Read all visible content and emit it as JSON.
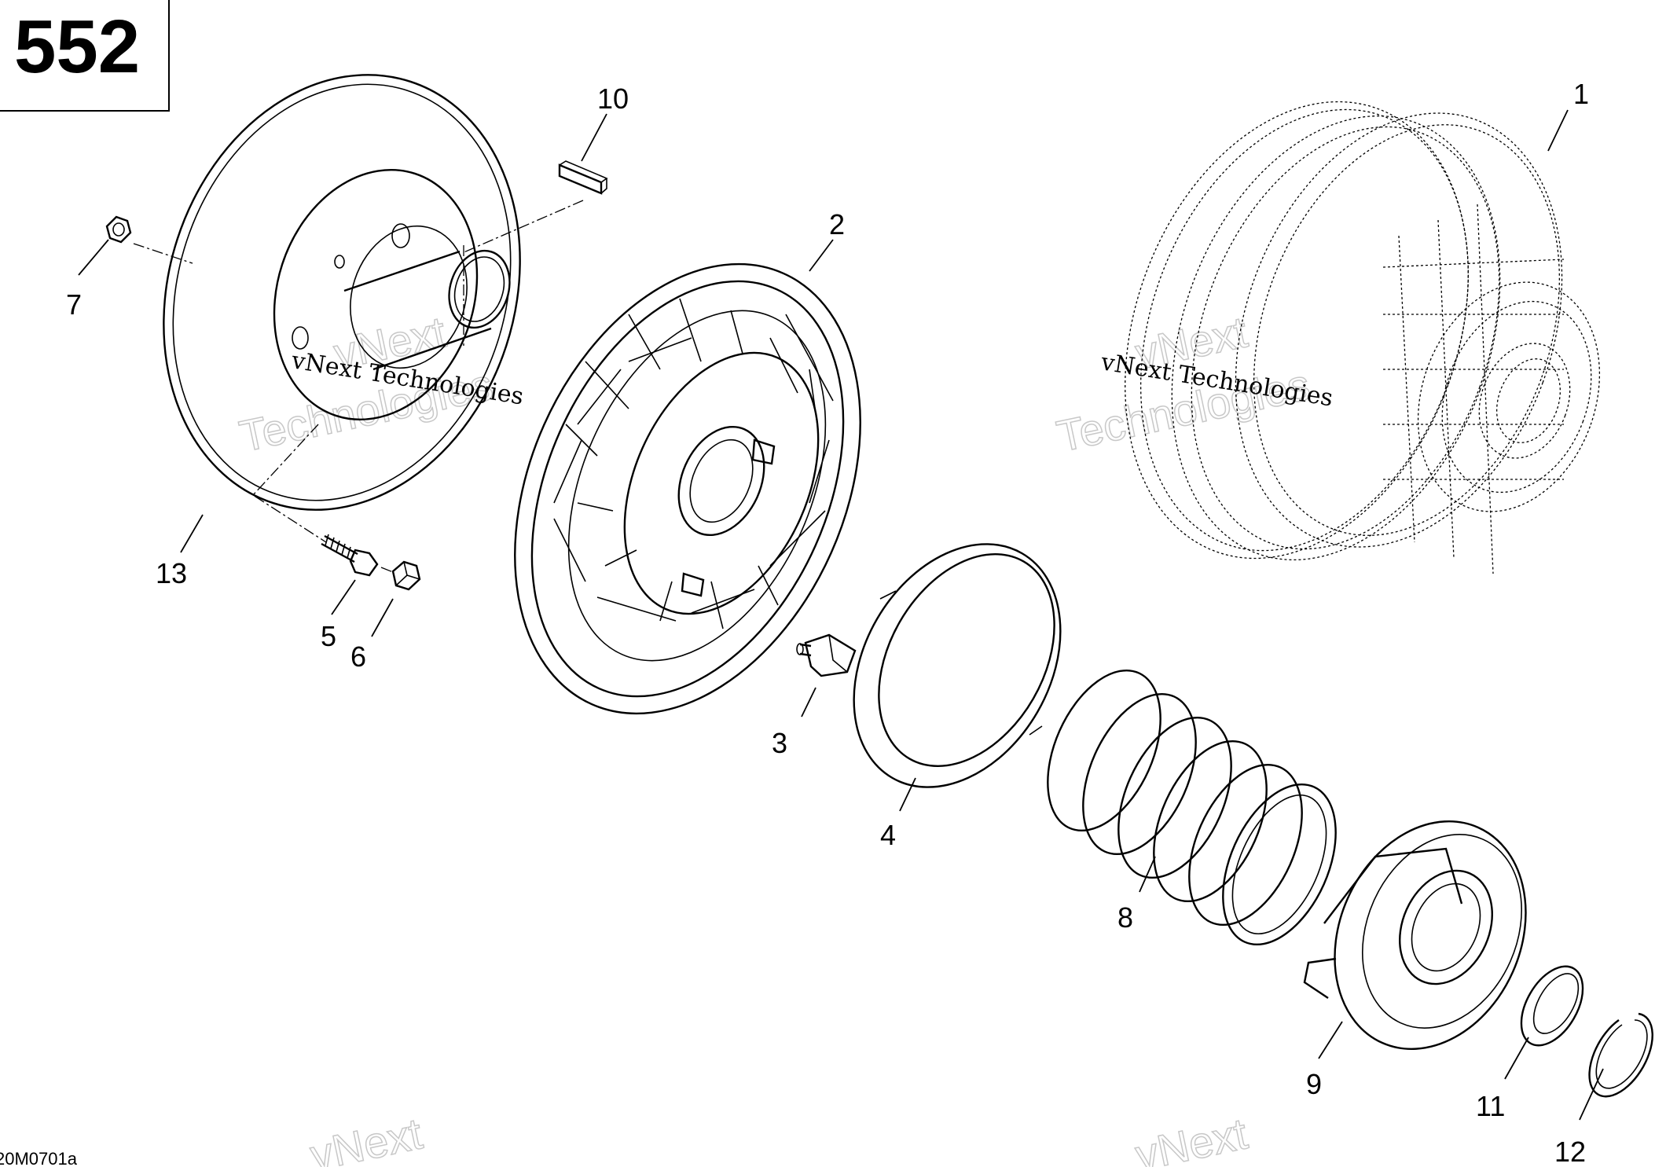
{
  "page_number": "552",
  "drawing_code": "20M0701a",
  "watermark": {
    "small": "vNext Technologies",
    "brand": "vNext",
    "company": "Technologies"
  },
  "callouts": {
    "c1": "1",
    "c2": "2",
    "c3": "3",
    "c4": "4",
    "c5": "5",
    "c6": "6",
    "c7": "7",
    "c8": "8",
    "c9": "9",
    "c10": "10",
    "c11": "11",
    "c12": "12",
    "c13": "13"
  }
}
